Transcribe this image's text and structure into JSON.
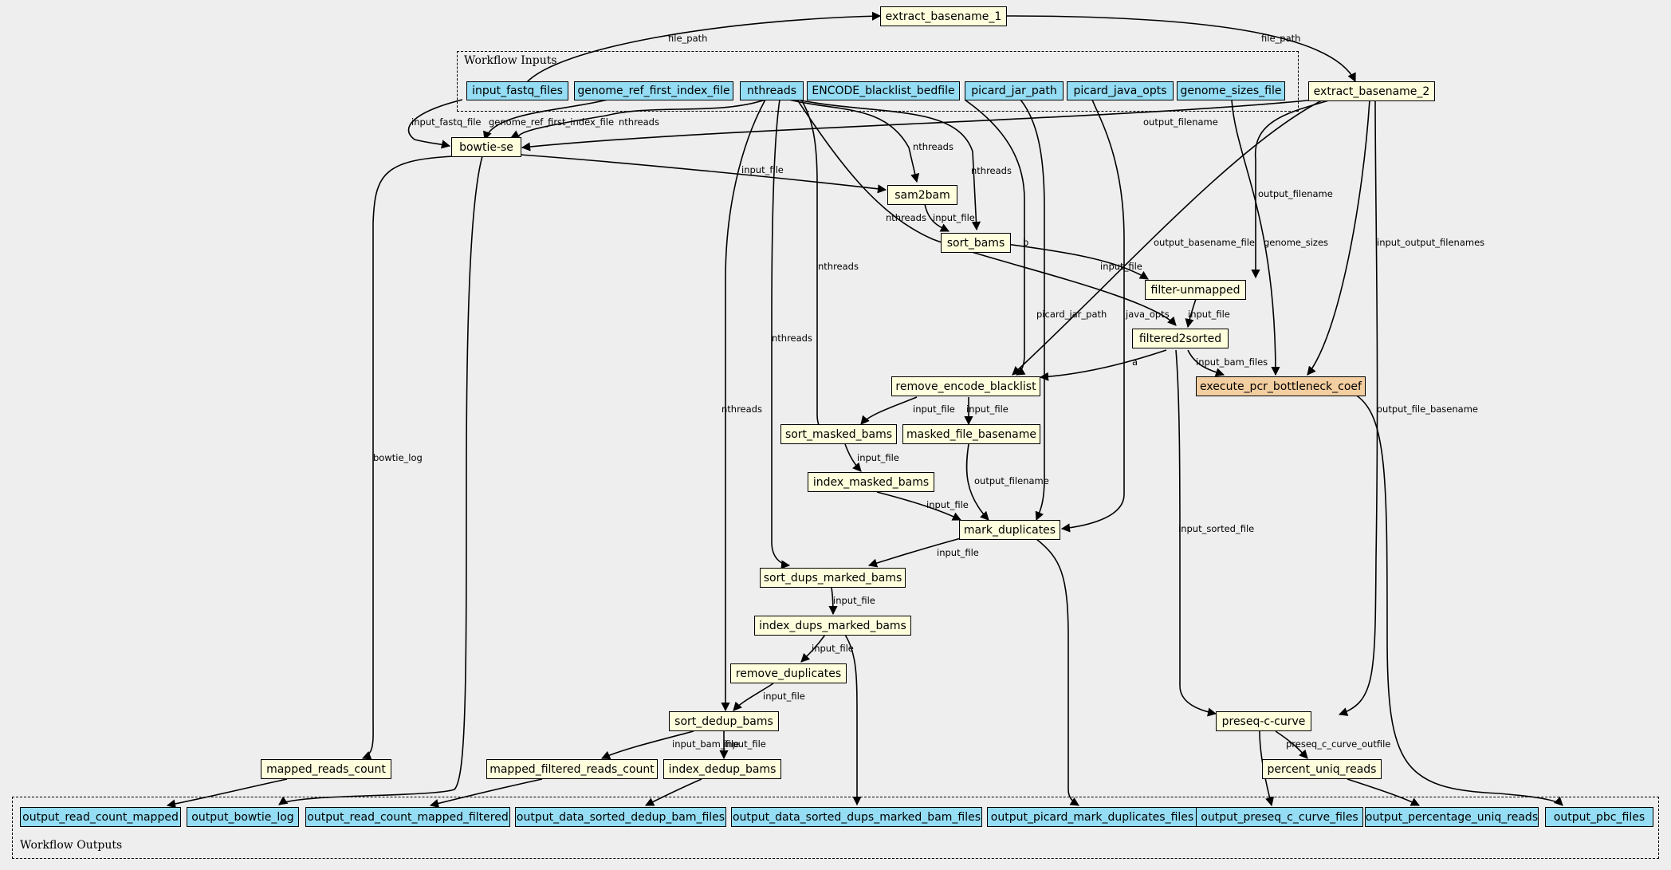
{
  "clusters": {
    "inputs_label": "Workflow Inputs",
    "outputs_label": "Workflow Outputs"
  },
  "inputs": {
    "input_fastq_files": "input_fastq_files",
    "genome_ref_first_index_file": "genome_ref_first_index_file",
    "nthreads": "nthreads",
    "encode_blacklist_bedfile": "ENCODE_blacklist_bedfile",
    "picard_jar_path": "picard_jar_path",
    "picard_java_opts": "picard_java_opts",
    "genome_sizes_file": "genome_sizes_file"
  },
  "steps": {
    "extract_basename_1": "extract_basename_1",
    "extract_basename_2": "extract_basename_2",
    "bowtie_se": "bowtie-se",
    "sam2bam": "sam2bam",
    "sort_bams": "sort_bams",
    "filter_unmapped": "filter-unmapped",
    "filtered2sorted": "filtered2sorted",
    "remove_encode_blacklist": "remove_encode_blacklist",
    "execute_pcr_bottleneck_coef": "execute_pcr_bottleneck_coef",
    "sort_masked_bams": "sort_masked_bams",
    "masked_file_basename": "masked_file_basename",
    "index_masked_bams": "index_masked_bams",
    "mark_duplicates": "mark_duplicates",
    "sort_dups_marked_bams": "sort_dups_marked_bams",
    "index_dups_marked_bams": "index_dups_marked_bams",
    "remove_duplicates": "remove_duplicates",
    "sort_dedup_bams": "sort_dedup_bams",
    "mapped_reads_count": "mapped_reads_count",
    "mapped_filtered_reads_count": "mapped_filtered_reads_count",
    "index_dedup_bams": "index_dedup_bams",
    "preseq_c_curve": "preseq-c-curve",
    "percent_uniq_reads": "percent_uniq_reads"
  },
  "outputs": {
    "output_read_count_mapped": "output_read_count_mapped",
    "output_bowtie_log": "output_bowtie_log",
    "output_read_count_mapped_filtered": "output_read_count_mapped_filtered",
    "output_data_sorted_dedup_bam_files": "output_data_sorted_dedup_bam_files",
    "output_data_sorted_dups_marked_bam_files": "output_data_sorted_dups_marked_bam_files",
    "output_picard_mark_duplicates_files": "output_picard_mark_duplicates_files",
    "output_preseq_c_curve_files": "output_preseq_c_curve_files",
    "output_percentage_uniq_reads": "output_percentage_uniq_reads",
    "output_pbc_files": "output_pbc_files"
  },
  "edge_labels": {
    "file_path": "file_path",
    "input_fastq_file": "input_fastq_file",
    "genome_ref_first_index_file": "genome_ref_first_index_file",
    "nthreads": "nthreads",
    "output_filename": "output_filename",
    "input_file": "input_file",
    "b": "b",
    "a": "a",
    "output_basename_file": "output_basename_file",
    "genome_sizes": "genome_sizes",
    "input_output_filenames": "input_output_filenames",
    "picard_jar_path": "picard_jar_path",
    "java_opts": "java_opts",
    "input_bam_files": "input_bam_files",
    "output_file_basename": "output_file_basename",
    "bowtie_log": "bowtie_log",
    "input_sorted_file": "input_sorted_file",
    "input_bam_file": "input_bam_file",
    "preseq_c_curve_outfile": "preseq_c_curve_outfile"
  }
}
